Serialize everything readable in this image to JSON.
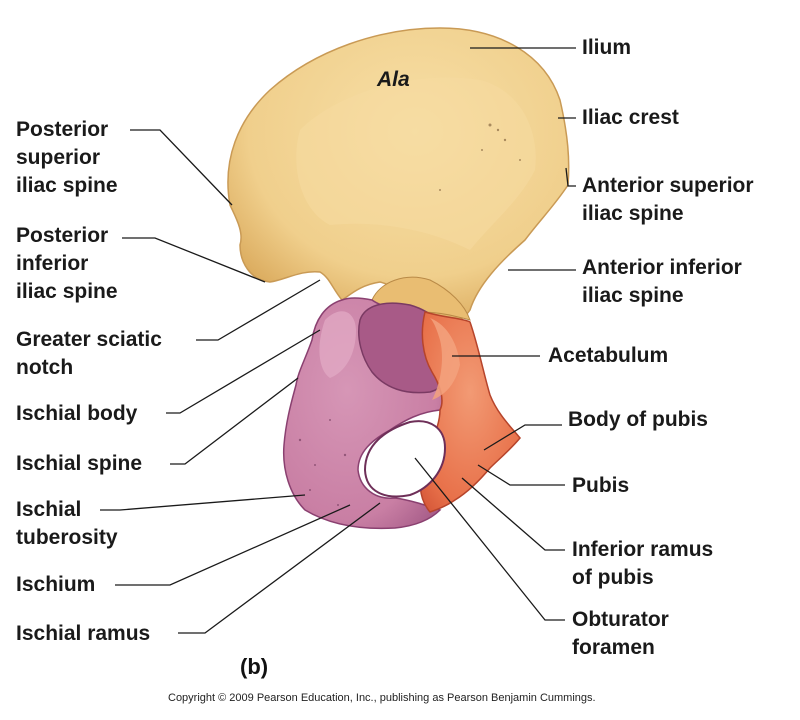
{
  "figure": {
    "panel_label": "(b)",
    "copyright": "Copyright © 2009 Pearson Education, Inc., publishing as Pearson Benjamin Cummings.",
    "region_label": "Ala"
  },
  "colors": {
    "ilium": "#f0cf8c",
    "ilium_shadow": "#d9a85a",
    "ischium": "#c97fa4",
    "ischium_dark": "#9a4d78",
    "pubis": "#e8714a",
    "pubis_dark": "#cf4f33",
    "leader": "#1a1a1a"
  },
  "labels": {
    "right": {
      "ilium": "Ilium",
      "iliac_crest": "Iliac crest",
      "anterior_superior_iliac_spine": "Anterior superior\niliac spine",
      "anterior_inferior_iliac_spine": "Anterior inferior\niliac spine",
      "acetabulum": "Acetabulum",
      "body_of_pubis": "Body of pubis",
      "pubis": "Pubis",
      "inferior_ramus_of_pubis": "Inferior ramus\nof pubis",
      "obturator_foramen": "Obturator\nforamen"
    },
    "left": {
      "posterior_superior_iliac_spine": "Posterior\nsuperior\niliac spine",
      "posterior_inferior_iliac_spine": "Posterior\ninferior\niliac spine",
      "greater_sciatic_notch": "Greater sciatic\nnotch",
      "ischial_body": "Ischial body",
      "ischial_spine": "Ischial spine",
      "ischial_tuberosity": "Ischial\ntuberosity",
      "ischium": "Ischium",
      "ischial_ramus": "Ischial ramus"
    }
  }
}
